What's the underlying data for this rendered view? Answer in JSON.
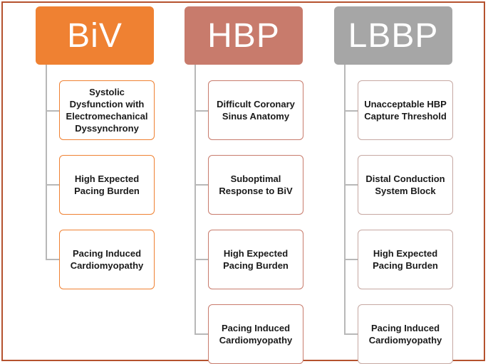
{
  "colors": {
    "frame": "#b5522e",
    "connector": "#b8b8b8"
  },
  "columns": [
    {
      "id": "biv",
      "title": "BiV",
      "header_color": "#ef8132",
      "box_border": "#ef8132",
      "items": [
        "Systolic Dysfunction with Electromechanical Dyssynchrony",
        "High Expected Pacing Burden",
        "Pacing Induced Cardiomyopathy"
      ]
    },
    {
      "id": "hbp",
      "title": "HBP",
      "header_color": "#c87b6c",
      "box_border": "#c87b6c",
      "items": [
        "Difficult Coronary Sinus Anatomy",
        "Suboptimal Response to BiV",
        "High Expected Pacing Burden",
        "Pacing Induced Cardiomyopathy"
      ]
    },
    {
      "id": "lbbp",
      "title": "LBBP",
      "header_color": "#a6a6a6",
      "box_border": "#c6a8a2",
      "items": [
        "Unacceptable HBP Capture Threshold",
        "Distal Conduction System Block",
        "High Expected Pacing Burden",
        "Pacing Induced Cardiomyopathy"
      ]
    }
  ]
}
